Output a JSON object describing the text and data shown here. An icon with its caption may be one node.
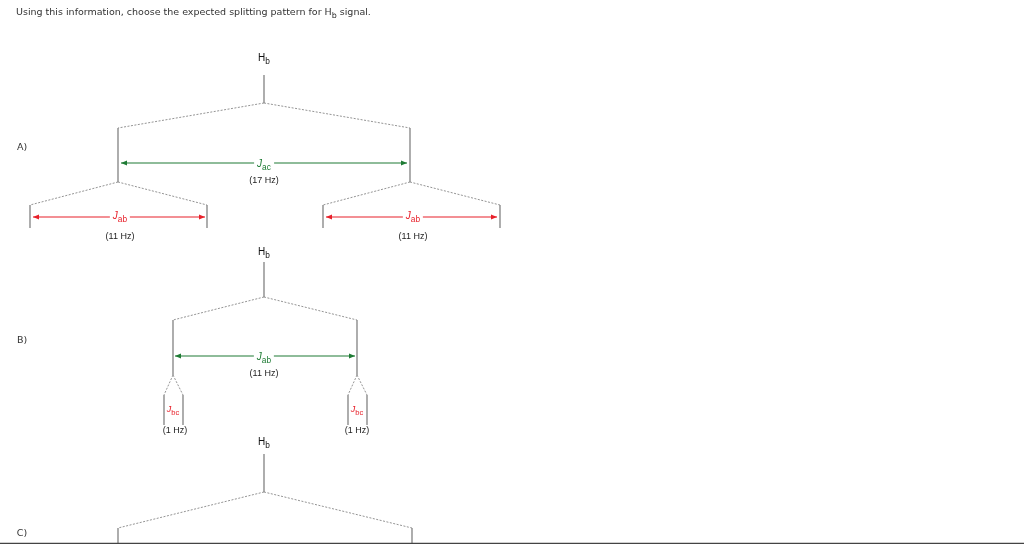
{
  "diagram": {
    "title": "Using this information, choose the expected splitting pattern for H$_{b}$ signal.",
    "labels": [
      "H$_{b}$",
      "A)",
      "*J*$_{ac}$",
      "(17 Hz)",
      "*J*$_{ab}$",
      "*J*$_{ab}$",
      "(11 Hz)",
      "(11 Hz)",
      "H$_{b}$",
      "B)",
      "*J*$_{ab}$",
      "(11 Hz)",
      "*J*$_{bc}$",
      "*J*$_{bc}$",
      "(1 Hz)",
      "(1 Hz)",
      "H$_{b}$",
      "C)"
    ]
  }
}
